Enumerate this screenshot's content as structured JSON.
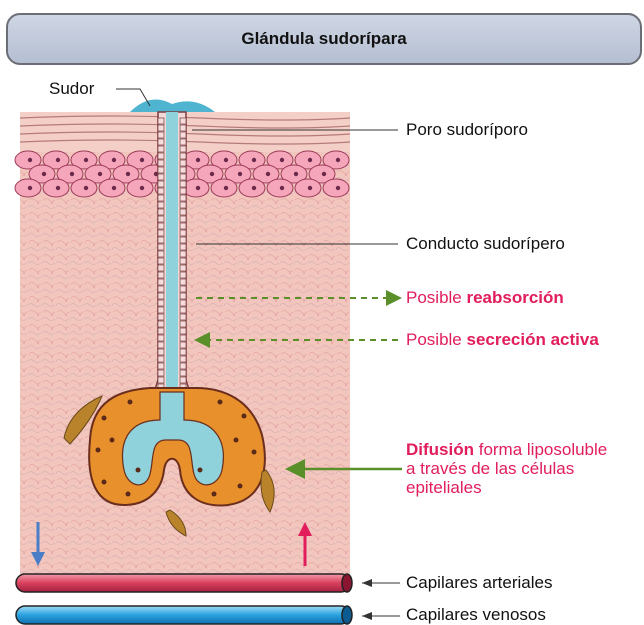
{
  "title": "Glándula sudorípara",
  "labels": {
    "sudor": "Sudor",
    "poro": "Poro sudoríporo",
    "conducto": "Conducto sudorípero",
    "reabsorcion_pre": "Posible ",
    "reabsorcion_bold": "reabsorción",
    "secrecion_pre": "Posible ",
    "secrecion_bold": "secreción activa",
    "difusion_bold": "Difusión",
    "difusion_rest1": " forma liposoluble",
    "difusion_line2": "a través de las células",
    "difusion_line3": "epiteliales",
    "capilares_arteriales": "Capilares arteriales",
    "capilares_venosos": "Capilares venosos"
  },
  "colors": {
    "accent_pink": "#e11d5c",
    "arrow_green": "#5a8f2a",
    "arrow_blue": "#4a7fc8",
    "artery": "#e0506a",
    "vein": "#3aa7e0",
    "tissue": "#f2c7bf",
    "duct_fluid": "#8fd2dc",
    "gland_cells": "#e8902c"
  },
  "icons": [
    "arrow-down-icon",
    "arrow-up-icon"
  ]
}
